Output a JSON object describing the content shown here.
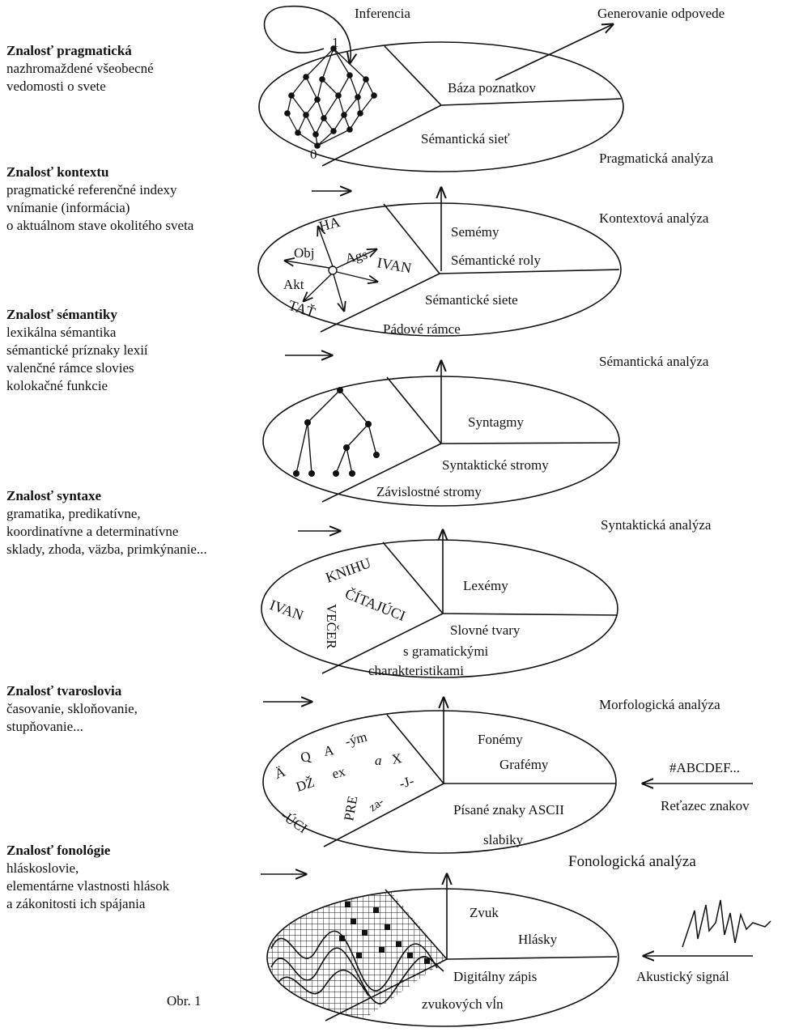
{
  "knowledge_blocks": [
    {
      "title": "Znalosť pragmatická",
      "lines": [
        "nazhromaždené všeobecné",
        "vedomosti o svete"
      ]
    },
    {
      "title": "Znalosť kontextu",
      "lines": [
        "pragmatické referenčné indexy",
        "vnímanie (informácia)",
        "o aktuálnom stave okolitého sveta"
      ]
    },
    {
      "title": "Znalosť sémantiky",
      "lines": [
        "lexikálna sémantika",
        "sémantické príznaky lexií",
        "valenčné rámce slovies",
        "kolokačné funkcie"
      ]
    },
    {
      "title": "Znalosť syntaxe",
      "lines": [
        "gramatika, predikatívne,",
        "koordinatívne a determinatívne",
        "sklady, zhoda, väzba, primkýnanie..."
      ]
    },
    {
      "title": "Znalosť tvaroslovia",
      "lines": [
        "časovanie, skloňovanie,",
        "stupňovanie..."
      ]
    },
    {
      "title": "Znalosť fonológie",
      "lines": [
        "hláskoslovie,",
        "elementárne vlastnosti hlások",
        "a zákonitosti ich spájania"
      ]
    }
  ],
  "analysis_labels": [
    "Pragmatická analýza",
    "Kontextová analýza",
    "Sémantická analýza",
    "Syntaktická analýza",
    "Morfologická analýza",
    "Fonologická analýza"
  ],
  "top": {
    "inference": "Inferencia",
    "generation": "Generovanie odpovede"
  },
  "ellipses": {
    "e1": {
      "upper": [
        "Báza poznatkov"
      ],
      "lower": [
        "Sémantická sieť"
      ],
      "lattice_top": "1",
      "lattice_bottom": "0"
    },
    "e2": {
      "upper": [
        "Semémy",
        "Sémantické roly"
      ],
      "lower": [
        "Sémantické siete",
        "Pádové rámce"
      ],
      "roles": {
        "ha": "HA",
        "obj": "Obj",
        "ags": "Ags",
        "ivan": "IVAN",
        "akt": "Akt",
        "tat": "TAŤ"
      }
    },
    "e3": {
      "upper": [
        "Syntagmy"
      ],
      "lower": [
        "Syntaktické stromy",
        "Závislostné stromy"
      ]
    },
    "e4": {
      "upper": [
        "Lexémy"
      ],
      "lower": [
        "Slovné tvary",
        "s gramatickými",
        "charakteristikami"
      ],
      "words": {
        "knihu": "KNIHU",
        "citajuci": "ČÍTAJÚCI",
        "ivan": "IVAN",
        "vecer": "VEČER"
      }
    },
    "e5": {
      "upper": [
        "Fonémy",
        "Grafémy"
      ],
      "lower": [
        "Písané znaky ASCII",
        "slabiky"
      ],
      "glyphs": {
        "a_uml": "Ä",
        "q": "Q",
        "a": "A",
        "ym": "-ým",
        "x": "X",
        "dz": "DŽ",
        "ex": "ex",
        "a_small": "a",
        "j": "-J-",
        "pre": "PRE",
        "za": "za-",
        "uci": "-ÚCI"
      }
    },
    "e6": {
      "upper": [
        "Zvuk",
        "Hlásky"
      ],
      "lower": [
        "Digitálny zápis",
        "zvukových vĺn"
      ]
    }
  },
  "inputs": {
    "string_sample": "#ABCDEF...",
    "string_label": "Reťazec znakov",
    "signal_label": "Akustický signál"
  },
  "caption": "Obr. 1"
}
